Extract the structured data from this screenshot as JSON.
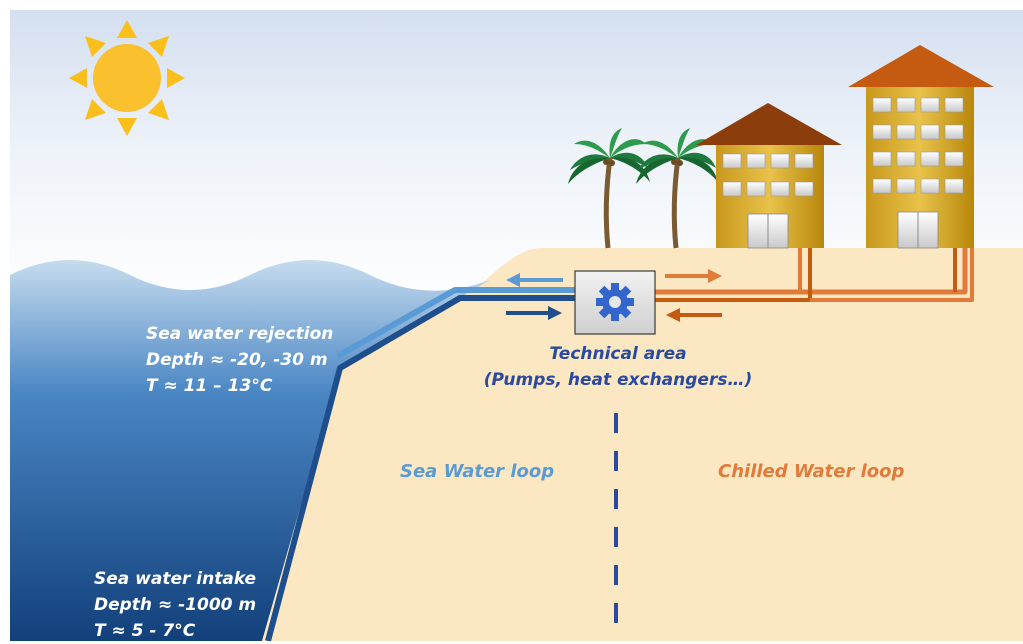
{
  "labels": {
    "sea_water_rejection": {
      "title": "Sea water rejection",
      "depth": "Depth ≈ -20, -30 m",
      "temp": "T ≈ 11 – 13°C"
    },
    "sea_water_intake": {
      "title": "Sea water intake",
      "depth": "Depth ≈ -1000 m",
      "temp": "T ≈ 5 - 7°C"
    },
    "technical_area": {
      "title": "Technical area",
      "subtitle": "(Pumps, heat exchangers…)"
    },
    "sea_water_loop": "Sea Water loop",
    "chilled_water_loop": "Chilled Water loop"
  },
  "colors": {
    "sea_loop_light": "#5b9bd5",
    "sea_loop_dark": "#1f4e8c",
    "chilled_loop": "#e07b39",
    "chilled_loop_dark": "#c55a11",
    "sand": "#fbe7c2",
    "sun": "#fbbf1c",
    "gear": "#3366cc"
  },
  "icons": [
    "sun-icon",
    "gear-icon",
    "palm-tree-icon",
    "building-icon"
  ]
}
